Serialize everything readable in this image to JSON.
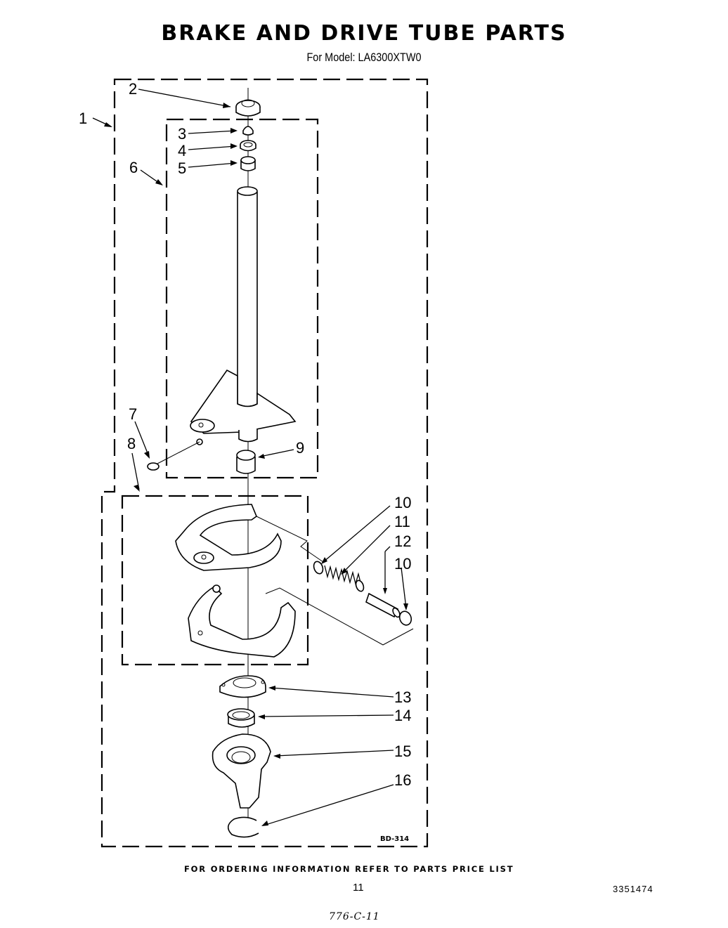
{
  "header": {
    "title": "BRAKE AND DRIVE TUBE PARTS",
    "model_label": "For Model: LA6300XTW0"
  },
  "diagram": {
    "figure_code": "BD-314",
    "callouts": [
      {
        "number": "1",
        "part": "outer-assembly-boundary"
      },
      {
        "number": "2",
        "part": "top-cap"
      },
      {
        "number": "3",
        "part": "seal"
      },
      {
        "number": "4",
        "part": "bearing"
      },
      {
        "number": "5",
        "part": "bushing"
      },
      {
        "number": "6",
        "part": "drive-tube-assembly"
      },
      {
        "number": "7",
        "part": "clip"
      },
      {
        "number": "8",
        "part": "brake-shoe-assembly"
      },
      {
        "number": "9",
        "part": "bearing-bottom"
      },
      {
        "number": "10",
        "part": "washer"
      },
      {
        "number": "11",
        "part": "spring"
      },
      {
        "number": "12",
        "part": "pin"
      },
      {
        "number": "10",
        "part": "washer"
      },
      {
        "number": "13",
        "part": "flange"
      },
      {
        "number": "14",
        "part": "collar"
      },
      {
        "number": "15",
        "part": "brake-housing"
      },
      {
        "number": "16",
        "part": "retaining-ring"
      }
    ]
  },
  "footer": {
    "ordering_note": "FOR ORDERING INFORMATION REFER TO PARTS PRICE LIST",
    "page_number": "11",
    "document_number": "3351474",
    "handwritten_note": "776-C-11"
  }
}
